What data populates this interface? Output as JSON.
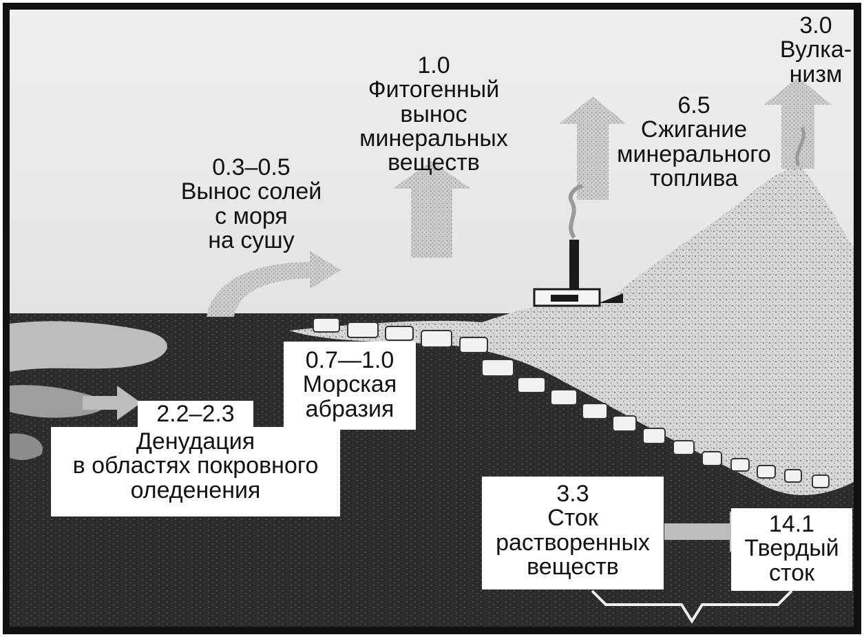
{
  "colors": {
    "frame": "#111111",
    "sky": "#e8e8e8",
    "sea": "#2a2a2a",
    "land": "#d4d4d4",
    "arrow": "#bdbdbd",
    "label_box": "#ffffff",
    "text": "#111111"
  },
  "labels": {
    "volcanism": {
      "value": "3.0",
      "lines": [
        "Вулка-",
        "низм"
      ]
    },
    "phytogenic": {
      "value": "1.0",
      "lines": [
        "Фитогенный",
        "вынос",
        "минеральных",
        "веществ"
      ]
    },
    "fuel": {
      "value": "6.5",
      "lines": [
        "Сжигание",
        "минерального",
        "топлива"
      ]
    },
    "sea_salts": {
      "value": "0.3–0.5",
      "lines": [
        "Вынос солей",
        "с моря",
        "на сушу"
      ]
    },
    "abrasion": {
      "value": "0.7—1.0",
      "lines": [
        "Морская",
        "абразия"
      ]
    },
    "denudation": {
      "value": "2.2–2.3",
      "lines": [
        "Денудация",
        "в областях покровного",
        "оледенения"
      ]
    },
    "dissolved_runoff": {
      "value": "3.3",
      "lines": [
        "Сток",
        "растворенных",
        "веществ"
      ]
    },
    "solid_runoff": {
      "value": "14.1",
      "lines": [
        "Твердый",
        "сток"
      ]
    }
  },
  "icons": [
    "up-arrow-icon",
    "curved-arrow-icon",
    "factory-icon",
    "volcano-icon",
    "brace-icon"
  ]
}
